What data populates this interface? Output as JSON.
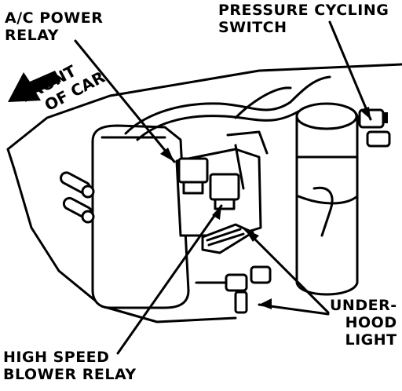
{
  "labels": {
    "ac_power_relay": [
      "A/C POWER",
      "RELAY"
    ],
    "pressure_cycling_switch": [
      "PRESSURE CYCLING",
      "SWITCH"
    ],
    "front_of_car": [
      "FRONT",
      "OF CAR"
    ],
    "underhood_light": [
      "UNDER-",
      "HOOD",
      "LIGHT"
    ],
    "high_speed_blower_relay": [
      "HIGH SPEED",
      "BLOWER RELAY"
    ]
  },
  "colors": {
    "ink": "#000000",
    "background": "#ffffff"
  }
}
